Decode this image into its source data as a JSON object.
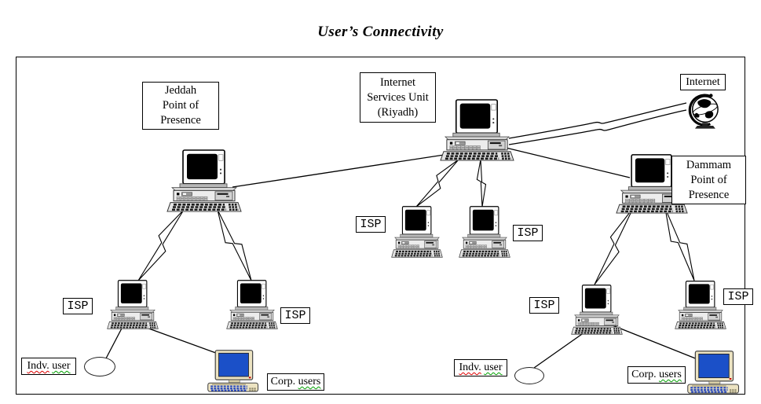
{
  "title": "User’s Connectivity",
  "boxes": {
    "jeddah": {
      "label": "Jeddah\nPoint of\nPresence"
    },
    "riyadh": {
      "label": "Internet\nServices Unit\n(Riyadh)"
    },
    "dammam": {
      "label": "Dammam\nPoint of\nPresence"
    },
    "internet": {
      "label": "Internet"
    },
    "isp": {
      "label": "ISP"
    },
    "indv_user": {
      "word1": "Indv.",
      "word2": "user"
    },
    "corp_users": {
      "word1": "Corp.",
      "word2": "users"
    }
  },
  "nodes": {
    "computers": [
      "jeddah-pop",
      "riyadh-isu",
      "dammam-pop",
      "isp-jeddah-1",
      "isp-jeddah-2",
      "isp-riyadh-1",
      "isp-riyadh-2",
      "isp-dammam-1",
      "isp-dammam-2"
    ],
    "corp_computers": [
      "corp-users-left",
      "corp-users-right"
    ],
    "user_ellipses": [
      "indv-user-left",
      "indv-user-right"
    ],
    "internet_globe": "internet"
  },
  "edges": [
    {
      "from": "jeddah-pop",
      "to": "riyadh-isu",
      "style": "straight"
    },
    {
      "from": "riyadh-isu",
      "to": "internet",
      "style": "wavy-double"
    },
    {
      "from": "riyadh-isu",
      "to": "dammam-pop",
      "style": "straight"
    },
    {
      "from": "jeddah-pop",
      "to": "isp-jeddah-1",
      "style": "lightning"
    },
    {
      "from": "jeddah-pop",
      "to": "isp-jeddah-2",
      "style": "lightning"
    },
    {
      "from": "riyadh-isu",
      "to": "isp-riyadh-1",
      "style": "lightning"
    },
    {
      "from": "riyadh-isu",
      "to": "isp-riyadh-2",
      "style": "lightning"
    },
    {
      "from": "dammam-pop",
      "to": "isp-dammam-1",
      "style": "lightning"
    },
    {
      "from": "dammam-pop",
      "to": "isp-dammam-2",
      "style": "lightning"
    },
    {
      "from": "isp-jeddah-1",
      "to": "indv-user-left",
      "style": "straight"
    },
    {
      "from": "isp-jeddah-1",
      "to": "corp-users-left",
      "style": "straight"
    },
    {
      "from": "isp-dammam-1",
      "to": "indv-user-right",
      "style": "straight"
    },
    {
      "from": "isp-dammam-1",
      "to": "corp-users-right",
      "style": "straight"
    }
  ],
  "colors": {
    "line": "#000000",
    "corp_screen_blue": "#1b50c8",
    "corp_case_beige": "#ece3c2",
    "power_dot_red": "#cc0000",
    "squiggle_red": "#dd0000",
    "squiggle_green": "#00a000"
  }
}
